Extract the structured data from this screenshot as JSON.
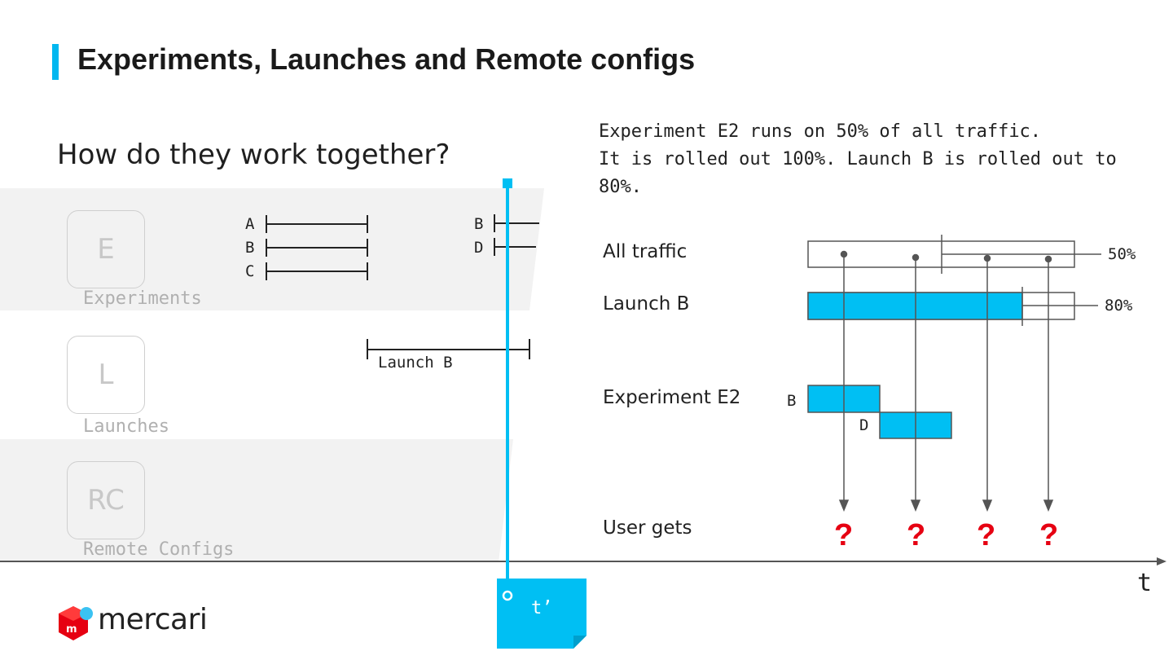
{
  "slide": {
    "title": "Experiments, Launches and Remote configs",
    "subtitle": "How do they work together?",
    "accent_color": "#00B7F0",
    "highlight_color": "#00BFF3",
    "question_color": "#e60012"
  },
  "lanes": {
    "experiments": {
      "glyph": "E",
      "label": "Experiments"
    },
    "launches": {
      "glyph": "L",
      "label": "Launches"
    },
    "remote_configs": {
      "glyph": "RC",
      "label": "Remote Configs"
    }
  },
  "timeline": {
    "experiment_bars_left": [
      "A",
      "B",
      "C"
    ],
    "experiment_bars_right": [
      "B",
      "D"
    ],
    "launch_bar_label": "Launch B",
    "cursor_label": "t’",
    "axis_label": "t"
  },
  "description": {
    "line1": "Experiment E2 runs on 50% of all traffic.",
    "line2": "It is rolled out 100%. Launch B is rolled out to 80%."
  },
  "flow": {
    "rows": {
      "all_traffic": "All traffic",
      "launch_b": "Launch B",
      "experiment_e2": "Experiment E2",
      "user_gets": "User gets"
    },
    "all_traffic_pct": "50%",
    "launch_b_pct": "80%",
    "e2_arms": [
      "B",
      "D"
    ],
    "results": [
      "?",
      "?",
      "?",
      "?"
    ]
  },
  "logo": {
    "text": "mercari",
    "icon": "mercari-cube-icon"
  }
}
